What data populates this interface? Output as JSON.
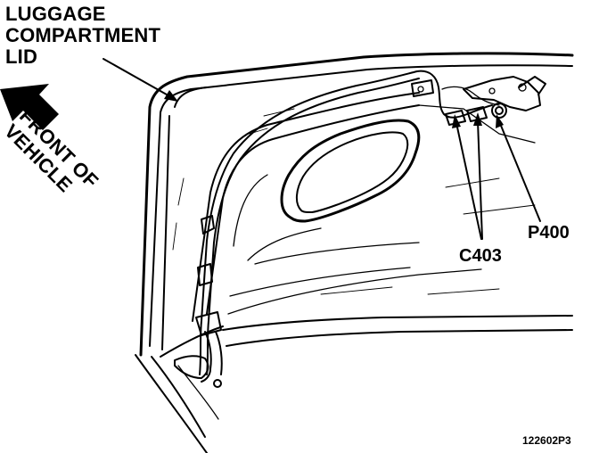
{
  "labels": {
    "luggage_lid": [
      "LUGGAGE",
      "COMPARTMENT",
      "LID"
    ],
    "front_of_vehicle": [
      "FRONT OF",
      "VEHICLE"
    ],
    "connector": "C403",
    "pass_through": "P400",
    "figure_number": "122602P3"
  },
  "colors": {
    "ink": "#000000",
    "paper": "#ffffff"
  }
}
